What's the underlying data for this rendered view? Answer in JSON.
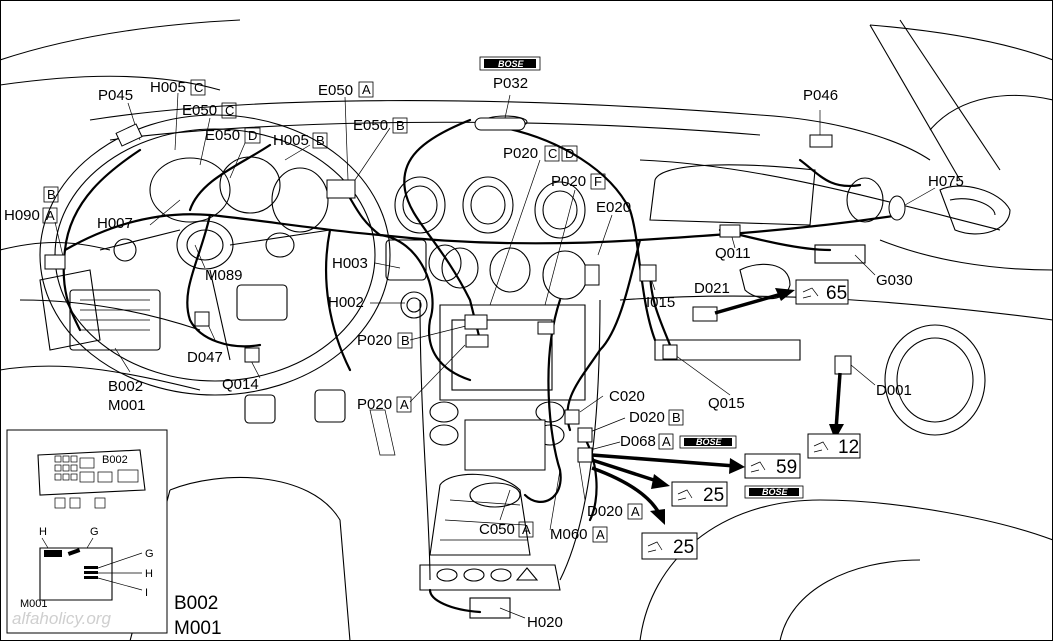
{
  "watermark": "alfaholicy.org",
  "bose_logo": "BOSE",
  "labels": {
    "p045": "P045",
    "h005": "H005",
    "h005_box": "C",
    "e050_top": "E050",
    "e050_top_box": "A",
    "p032": "P032",
    "p046": "P046",
    "e050c": "E050",
    "e050c_box": "C",
    "e050d": "E050",
    "e050d_box": "D",
    "h005b": "H005",
    "h005b_box": "B",
    "e050b": "E050",
    "e050b_box": "B",
    "b_marker": "B",
    "p020cd": "P020",
    "p020cd_box1": "C",
    "p020cd_box2": "D",
    "p020f": "P020",
    "p020f_box": "F",
    "h075": "H075",
    "h090": "H090",
    "h090_box": "A",
    "h007": "H007",
    "e020": "E020",
    "q011": "Q011",
    "h003": "H003",
    "g030": "G030",
    "m089": "M089",
    "d021": "D021",
    "ref65": "65",
    "h002": "H002",
    "i015": "I015",
    "p020b": "P020",
    "p020b_box": "B",
    "d047": "D047",
    "b002": "B002",
    "m001": "M001",
    "q014": "Q014",
    "d001": "D001",
    "p020a": "P020",
    "p020a_box": "A",
    "q015": "Q015",
    "c020": "C020",
    "d020b": "D020",
    "d020b_box": "B",
    "d068": "D068",
    "d068_box": "A",
    "ref12": "12",
    "ref59": "59",
    "ref25a": "25",
    "d020a": "D020",
    "d020a_box": "A",
    "c050": "C050",
    "c050_box": "A",
    "m060": "M060",
    "m060_box": "A",
    "ref25b": "25",
    "h020": "H020"
  },
  "inset": {
    "title": "B002",
    "h": "H",
    "g": "G",
    "g_right": "G",
    "h_right": "H",
    "i_right": "I",
    "m001": "M001",
    "b002_label": "B002",
    "m001_label": "M001"
  }
}
